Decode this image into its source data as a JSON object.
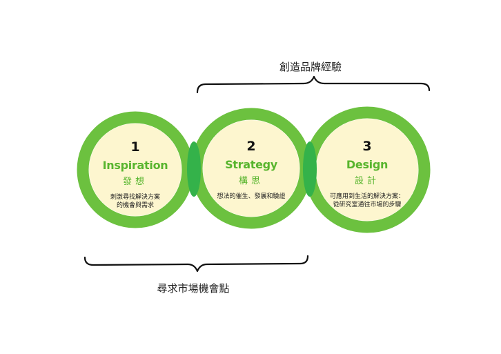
{
  "top_brace_label": "創造品牌經驗",
  "bottom_brace_label": "尋求市場機會點",
  "stages": [
    {
      "number": "1",
      "title_en": "Inspiration",
      "title_zh": "發想",
      "description": "刺激尋找解決方案\n的機會與需求"
    },
    {
      "number": "2",
      "title_en": "Strategy",
      "title_zh": "構思",
      "description": "想法的催生、發展和驗證"
    },
    {
      "number": "3",
      "title_en": "Design",
      "title_zh": "設計",
      "description": "可應用到生活的解決方案：\n從研究室通往市場的步驟"
    }
  ],
  "colors": {
    "ring": "#6cc13f",
    "ring_overlap": "#34b24a",
    "circle_fill": "#fdf6cf",
    "title": "#58b52e",
    "brace": "#111111"
  }
}
